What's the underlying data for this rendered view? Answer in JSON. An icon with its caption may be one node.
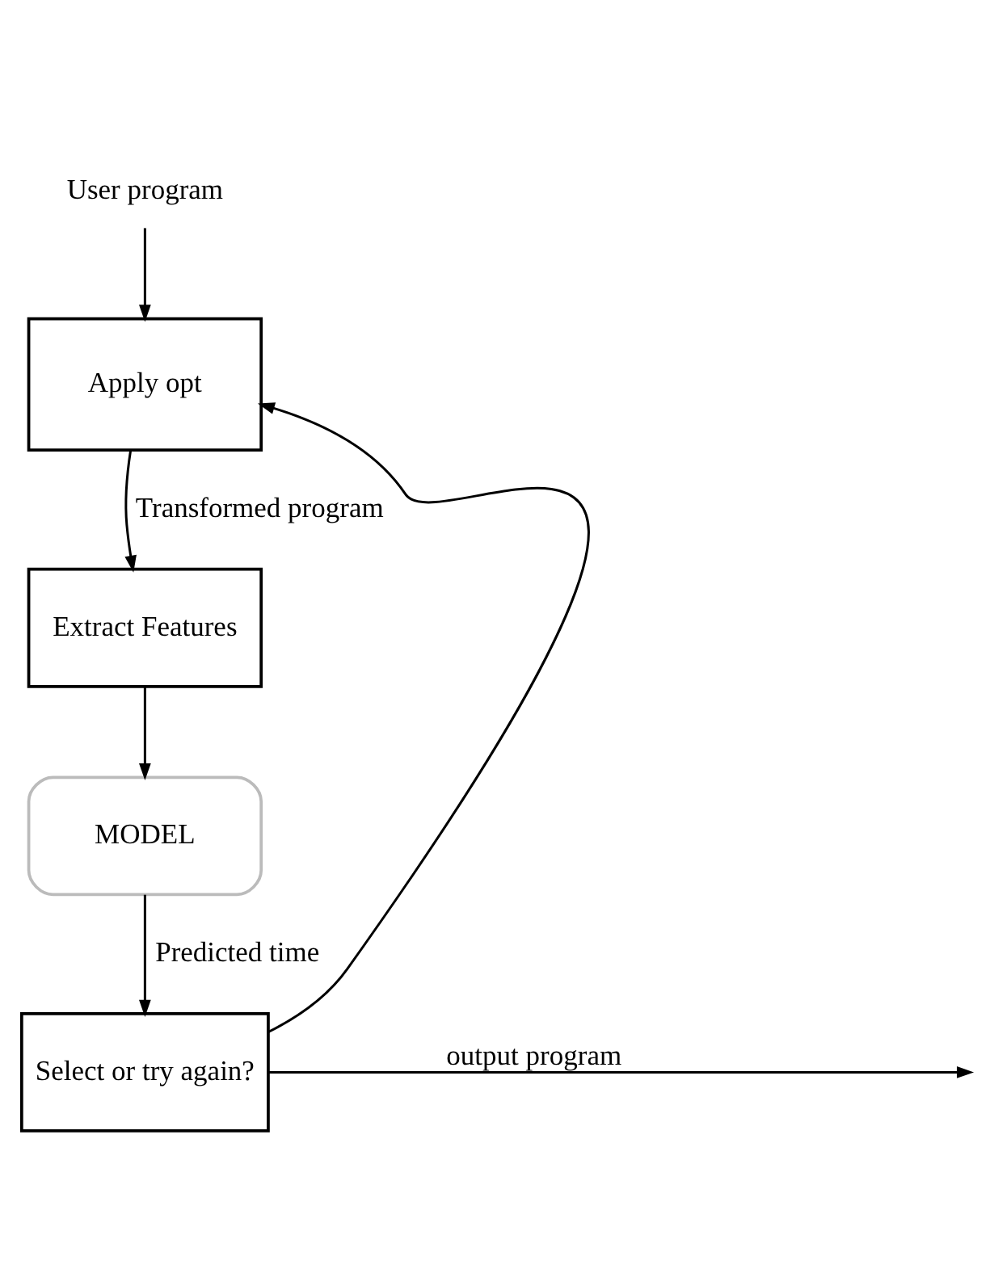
{
  "diagram": {
    "nodes": [
      {
        "text": [
          "User program"
        ]
      },
      {
        "text": [
          "Apply opt"
        ]
      },
      {
        "text": [
          "Extract Features"
        ]
      },
      {
        "text": [
          "MODEL"
        ]
      },
      {
        "text": [
          "Select or try again?"
        ]
      }
    ],
    "edges": [
      {
        "from": 0,
        "to": 1,
        "arrow": "to"
      },
      {
        "from": 1,
        "to": 2,
        "arrow": "to",
        "label": "Transformed program"
      },
      {
        "from": 2,
        "to": 3,
        "arrow": "to"
      },
      {
        "from": 3,
        "to": 4,
        "arrow": "to",
        "label": "Predicted time"
      },
      {
        "from": 4,
        "to": 1,
        "arrow": "to"
      },
      {
        "from": 4,
        "to": null,
        "arrow": "to",
        "label": "output program"
      }
    ]
  }
}
